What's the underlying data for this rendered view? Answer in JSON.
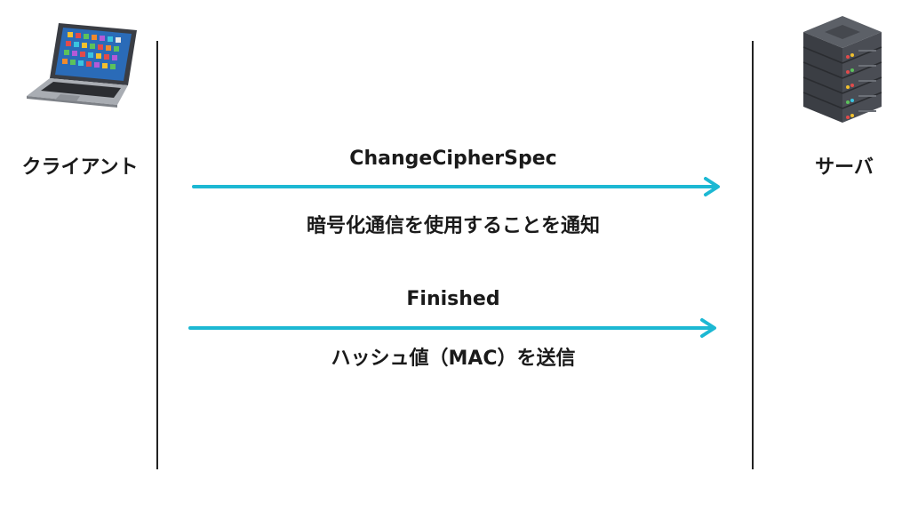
{
  "actors": {
    "client": {
      "label": "クライアント",
      "icon": "laptop-icon"
    },
    "server": {
      "label": "サーバ",
      "icon": "server-icon"
    }
  },
  "messages": [
    {
      "title": "ChangeCipherSpec",
      "description": "暗号化通信を使用することを通知",
      "direction": "client-to-server"
    },
    {
      "title": "Finished",
      "description": "ハッシュ値（MAC）を送信",
      "direction": "client-to-server"
    }
  ],
  "colors": {
    "arrow": "#1cb8d3",
    "lifeline": "#222222",
    "text": "#1a1a1a"
  }
}
